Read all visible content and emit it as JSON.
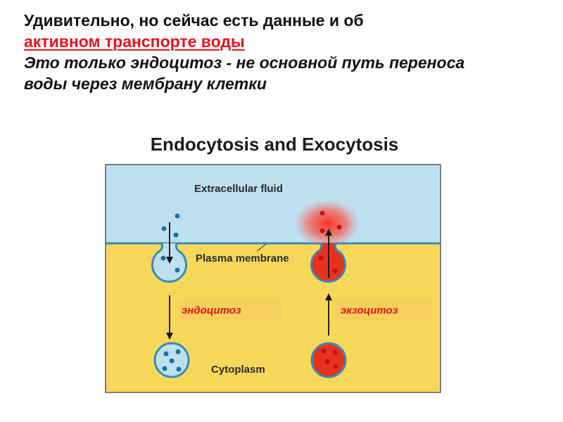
{
  "header": {
    "line1": "Удивительно, но сейчас есть данные и об",
    "line2": "активном транспорте воды",
    "line3": "Это только эндоцитоз  - не основной путь переноса",
    "line4": "воды через мембрану клетки"
  },
  "diagram": {
    "title": "Endocytosis and Exocytosis",
    "labels": {
      "extracellular": "Extracellular fluid",
      "membrane": "Plasma membrane",
      "cytoplasm": "Cytoplasm"
    },
    "tags": {
      "endocytosis": "эндоцитоз",
      "exocytosis": "экзоцитоз"
    },
    "colors": {
      "extracellular": "#bfe0f0",
      "cytoplasm": "#f8d85a",
      "endo_vesicle": "#bfe0f0",
      "exo_vesicle": "#e8321e",
      "dot_blue": "#1a6fa0",
      "dot_red": "#c4101a",
      "tag_box": "#f6d05c",
      "tag_text": "#e8131b"
    }
  }
}
